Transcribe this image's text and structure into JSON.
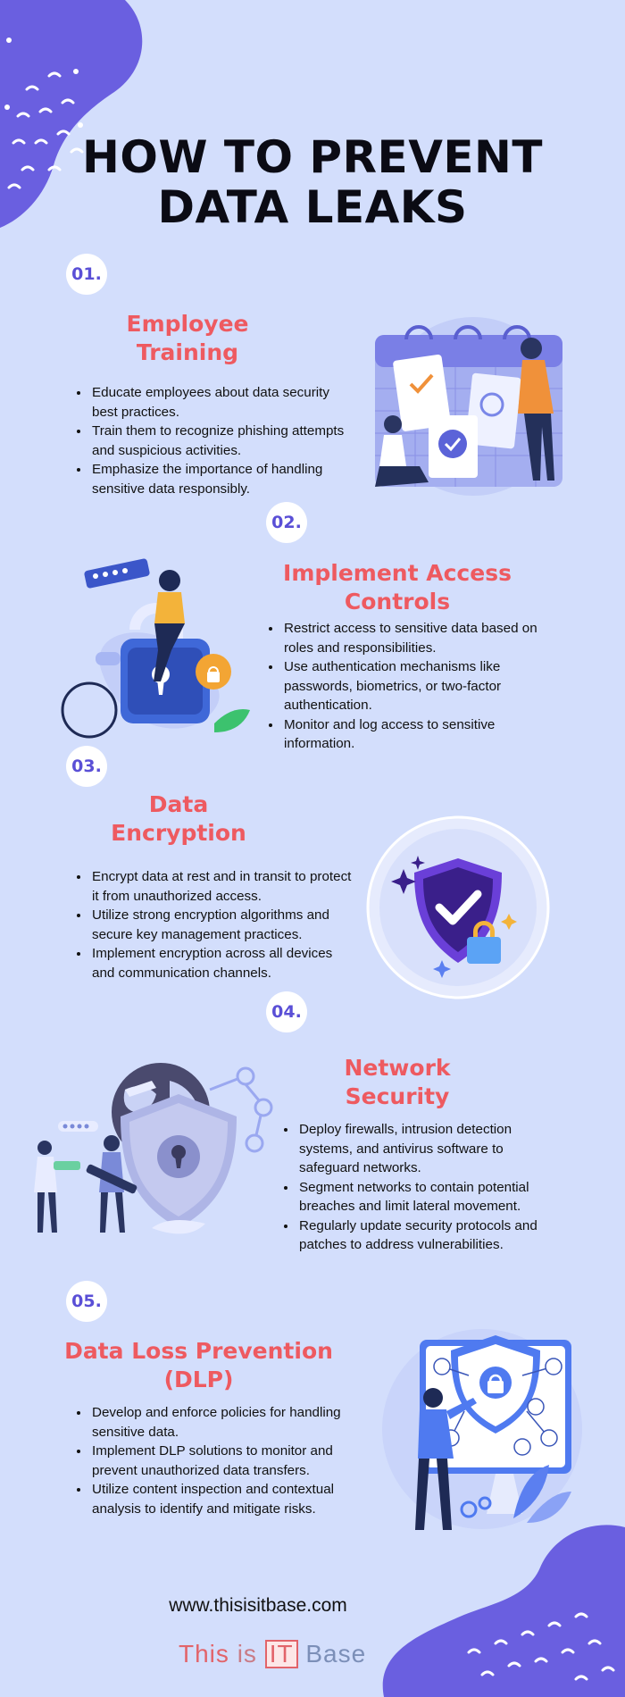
{
  "title": {
    "line1": "HOW TO PREVENT",
    "line2": "DATA LEAKS"
  },
  "sections": [
    {
      "number": "01.",
      "heading_line1": "Employee",
      "heading_line2": "Training",
      "bullets": [
        "Educate employees about data security best practices.",
        "Train them to recognize phishing attempts and suspicious activities.",
        "Emphasize the importance of handling sensitive data responsibly."
      ],
      "illustration": "calendar-checklist-illustration"
    },
    {
      "number": "02.",
      "heading_line1": "Implement Access",
      "heading_line2": "Controls",
      "bullets": [
        "Restrict access to sensitive data based on roles and responsibilities.",
        "Use authentication mechanisms like passwords, biometrics, or two-factor authentication.",
        "Monitor and log access to sensitive information."
      ],
      "illustration": "padlock-password-illustration"
    },
    {
      "number": "03.",
      "heading_line1": "Data",
      "heading_line2": "Encryption",
      "bullets": [
        "Encrypt data at rest and in transit to protect it from unauthorized access.",
        "Utilize strong encryption algorithms and secure key management practices.",
        "Implement encryption across all devices and communication channels."
      ],
      "illustration": "shield-check-lock-illustration"
    },
    {
      "number": "04.",
      "heading_line1": "Network",
      "heading_line2": "Security",
      "bullets": [
        "Deploy firewalls, intrusion detection systems, and antivirus software to safeguard networks.",
        "Segment networks to contain potential breaches and limit lateral movement.",
        "Regularly update security protocols and patches to address vulnerabilities."
      ],
      "illustration": "globe-shield-network-illustration"
    },
    {
      "number": "05.",
      "heading_line1": "Data Loss Prevention",
      "heading_line2": "(DLP)",
      "bullets": [
        "Develop and enforce policies for handling sensitive data.",
        "Implement DLP solutions to monitor and prevent unauthorized data transfers.",
        "Utilize content inspection and contextual analysis to identify and mitigate risks."
      ],
      "illustration": "monitor-shield-person-illustration"
    }
  ],
  "footer": {
    "url": "www.thisisitbase.com",
    "logo_part1": "This",
    "logo_part2": "is",
    "logo_part3": "IT",
    "logo_part4": "Base"
  },
  "colors": {
    "background": "#d3defc",
    "accent_purple": "#6a5fe0",
    "heading_coral": "#ee5a60",
    "number_purple": "#5a4fd6"
  }
}
